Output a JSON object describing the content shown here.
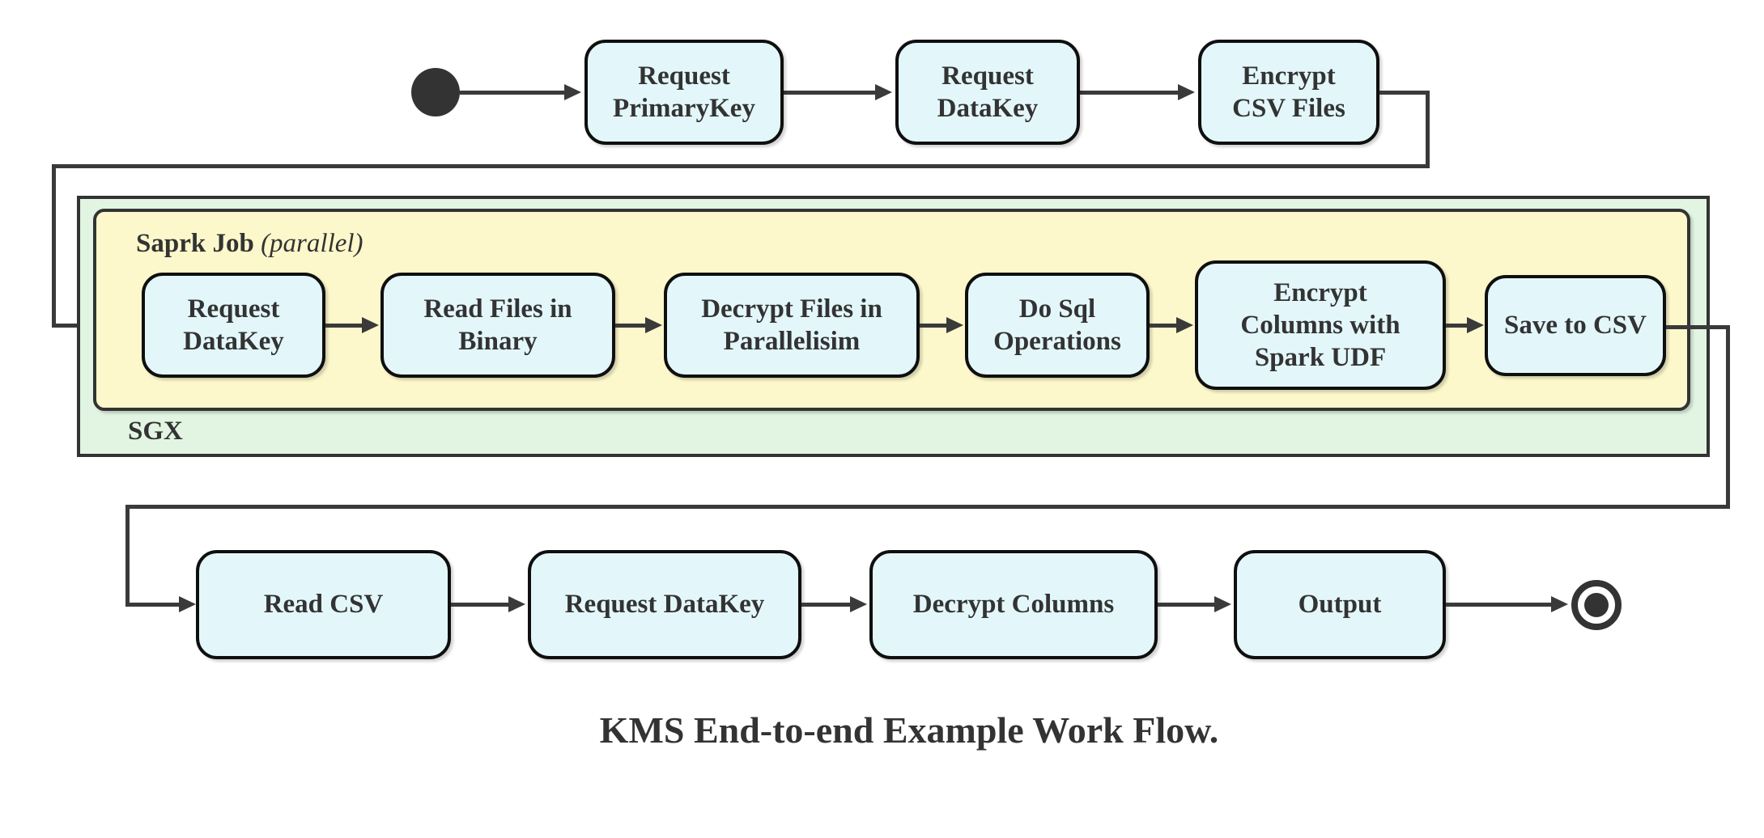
{
  "diagram": {
    "title": "KMS End-to-end Example Work Flow.",
    "colors": {
      "node_fill": "#e3f7fb",
      "node_border": "#0f0f0f",
      "edge": "#3a3a3a",
      "sgx_fill": "#e1f5e2",
      "spark_fill": "#fcf8cb",
      "text": "#333333"
    },
    "top_row": {
      "node_request_primarykey": "Request\nPrimaryKey",
      "node_request_datakey": "Request\nDataKey",
      "node_encrypt_csv_files": "Encrypt\nCSV Files"
    },
    "sgx": {
      "label": "SGX",
      "spark": {
        "label_bold": "Saprk Job",
        "label_italic": "(parallel)",
        "node_request_datakey": "Request\nDataKey",
        "node_read_files_in_binary": "Read Files in\nBinary",
        "node_decrypt_files_in_parallelisim": "Decrypt Files in\nParallelisim",
        "node_do_sql_operations": "Do Sql\nOperations",
        "node_encrypt_columns_with_spark_udf": "Encrypt\nColumns with\nSpark UDF",
        "node_save_to_csv": "Save to CSV"
      }
    },
    "bottom_row": {
      "node_read_csv": "Read CSV",
      "node_request_datakey": "Request DataKey",
      "node_decrypt_columns": "Decrypt Columns",
      "node_output": "Output"
    }
  }
}
